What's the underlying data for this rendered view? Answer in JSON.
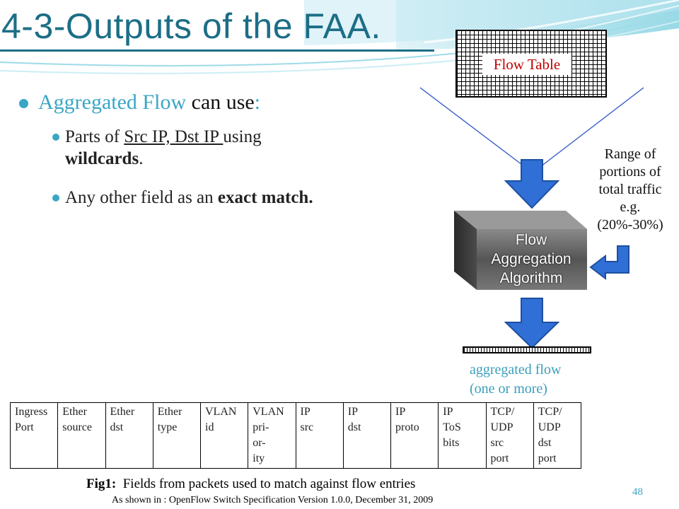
{
  "slide": {
    "title": "4-3-Outputs of the FAA.",
    "page_number": "48"
  },
  "bullets": {
    "main_em": "Aggregated Flow",
    "main_rest": " can use",
    "main_colon": ":",
    "sub1_a": "Parts of ",
    "sub1_u": "Src IP, Dst IP ",
    "sub1_b": "using",
    "sub1_bold": "wildcards",
    "sub1_end": ".",
    "sub2_a": "Any other field as an ",
    "sub2_bold": "exact match."
  },
  "diagram": {
    "flow_table_label": "Flow Table",
    "algo_line1": "Flow",
    "algo_line2": "Aggregation",
    "algo_line3": "Algorithm",
    "range_l1": "Range of",
    "range_l2": "portions of",
    "range_l3": "total traffic",
    "range_l4": "e.g.",
    "range_l5": "(20%-30%)",
    "agg_l1": "aggregated flow",
    "agg_l2": "(one or more)",
    "colors": {
      "arrow_fill": "#2f6fd6",
      "arrow_stroke": "#1f4f9f",
      "label_red": "#c00000",
      "teal": "#3a9fbc"
    }
  },
  "fields_table": {
    "cells": [
      "Ingress\nPort",
      "Ether\nsource",
      "Ether\ndst",
      "Ether\ntype",
      "VLAN\nid",
      "VLAN\npri-\nor-\nity",
      "IP\nsrc",
      "IP\ndst",
      "IP\nproto",
      "IP\nToS\nbits",
      "TCP/\nUDP\nsrc\nport",
      "TCP/\nUDP\ndst\nport"
    ]
  },
  "caption": {
    "fig_bold": "Fig1:",
    "fig_text": "  Fields from packets used to match against flow entries",
    "source": "As shown in : OpenFlow Switch Specification Version 1.0.0, December 31, 2009"
  }
}
